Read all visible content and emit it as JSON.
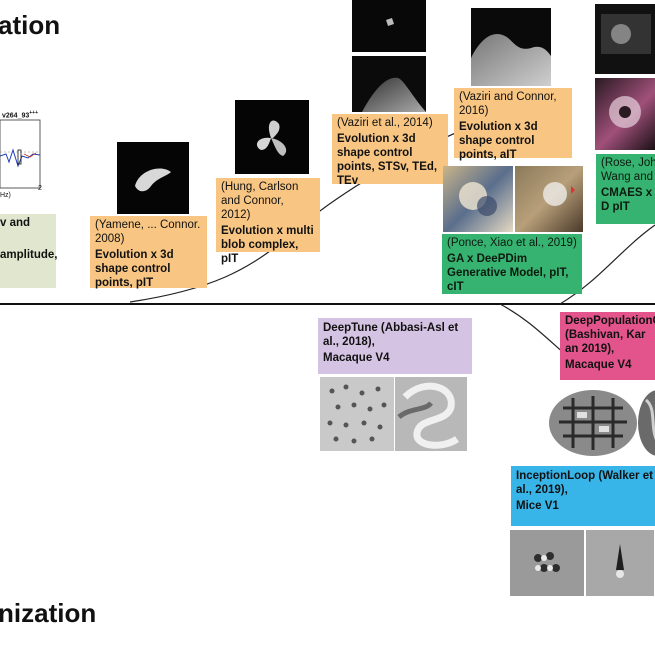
{
  "headings": {
    "top": "ation",
    "bottom": "nization"
  },
  "left_panel": {
    "plot_label": "v264_93",
    "plot_sup": "+++",
    "axis_hz": "Hz)",
    "axis_tick": "2",
    "text_line1": "v and",
    "text_line2": "amplitude,"
  },
  "boxes": {
    "yamene": {
      "ref": "(Yamene, ... Connor. 2008)",
      "desc": "Evolution x 3d shape control points, pIT"
    },
    "hung": {
      "ref": "(Hung, Carlson and Connor, 2012)",
      "desc": "Evolution x multi blob complex, pIT"
    },
    "vaziri2014": {
      "ref": "(Vaziri et al., 2014)",
      "desc": "Evolution x 3d shape control points, STSv, TEd, TEv"
    },
    "vaziri2016": {
      "ref": "(Vaziri and Connor, 2016)",
      "desc": "Evolution x 3d shape control points, aIT"
    },
    "ponce": {
      "ref": "(Ponce, Xiao et al., 2019)",
      "desc": "GA x DeePDim Generative Model, pIT, cIT"
    },
    "rose": {
      "ref": "(Rose, Joh Wang and",
      "desc": "CMAES x D pIT"
    },
    "deeptune": {
      "ref": "DeepTune (Abbasi-Asl et al., 2018),",
      "desc": "Macaque V4"
    },
    "deeppop": {
      "ref": "DeepPopulationC (Bashivan, Kar an 2019),",
      "desc": "Macaque V4"
    },
    "inception": {
      "ref": "InceptionLoop (Walker et al., 2019),",
      "desc": "Mice V1"
    }
  },
  "colors": {
    "orange": "#f8c682",
    "green": "#36b370",
    "lavender": "#d5c3e3",
    "pink": "#e3548c",
    "blue": "#37b5e9",
    "khaki": "#e1e6cf"
  }
}
